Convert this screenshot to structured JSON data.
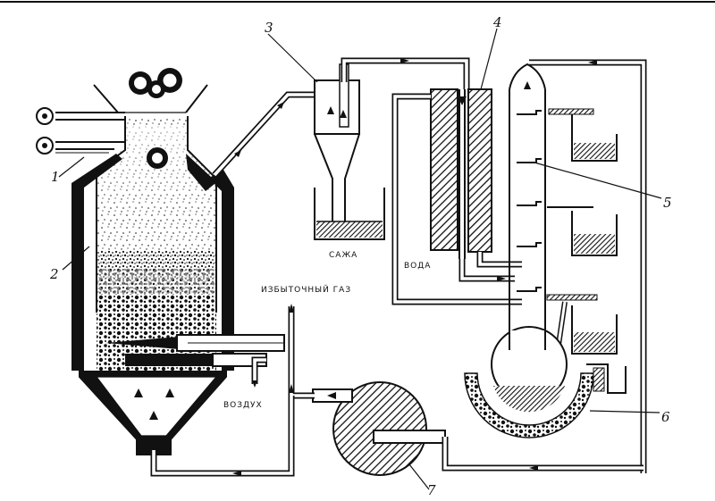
{
  "labels": {
    "n1": "1",
    "n2": "2",
    "n3": "3",
    "n4": "4",
    "n5": "5",
    "n6": "6",
    "n7": "7",
    "soot": "САЖА",
    "water": "ВОДА",
    "air": "ВОЗДУХ",
    "excess_gas": "ИЗБЫТОЧНЫЙ ГАЗ"
  }
}
